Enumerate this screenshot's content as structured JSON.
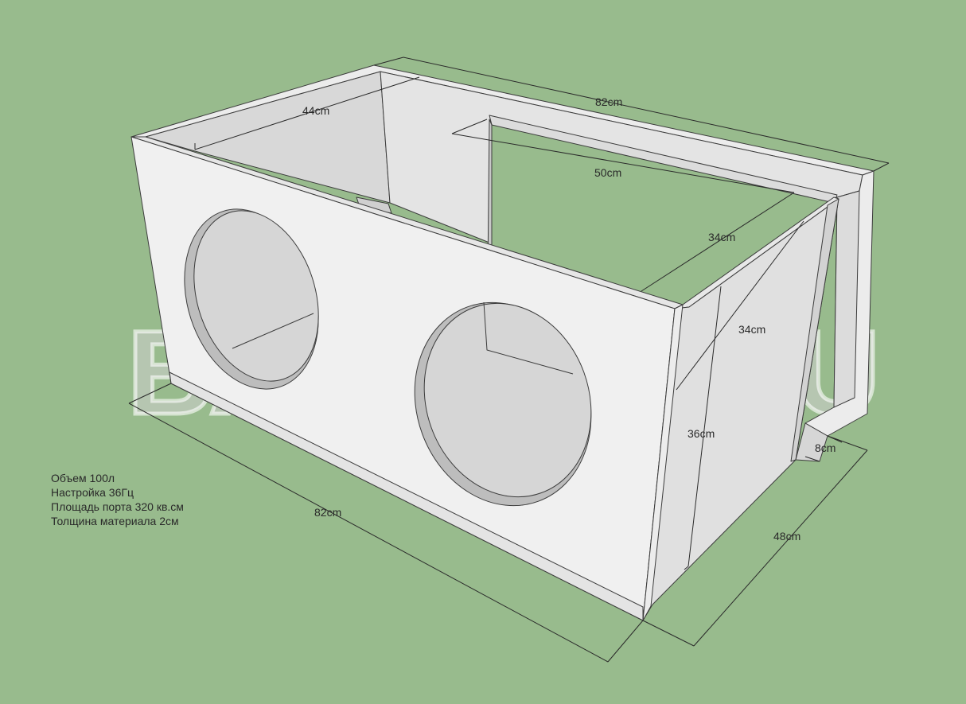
{
  "watermark": "BASSBOX.RU",
  "dimensions": {
    "top_width": "44cm",
    "back_length": "82cm",
    "port_length": "50cm",
    "port_depth": "34cm",
    "side_depth": "34cm",
    "height": "36cm",
    "port_width": "8cm",
    "depth": "48cm",
    "front_length": "82cm"
  },
  "specs": [
    "Объем 100л",
    "Настройка 36Гц",
    "Площадь порта 320 кв.см",
    "Толщина материала 2см"
  ],
  "colors": {
    "background": "#98bb8d",
    "front_panel": "#f0f0f0",
    "inner_panel": "#e2e2e2",
    "cut_shadow": "#bdbdbd"
  }
}
